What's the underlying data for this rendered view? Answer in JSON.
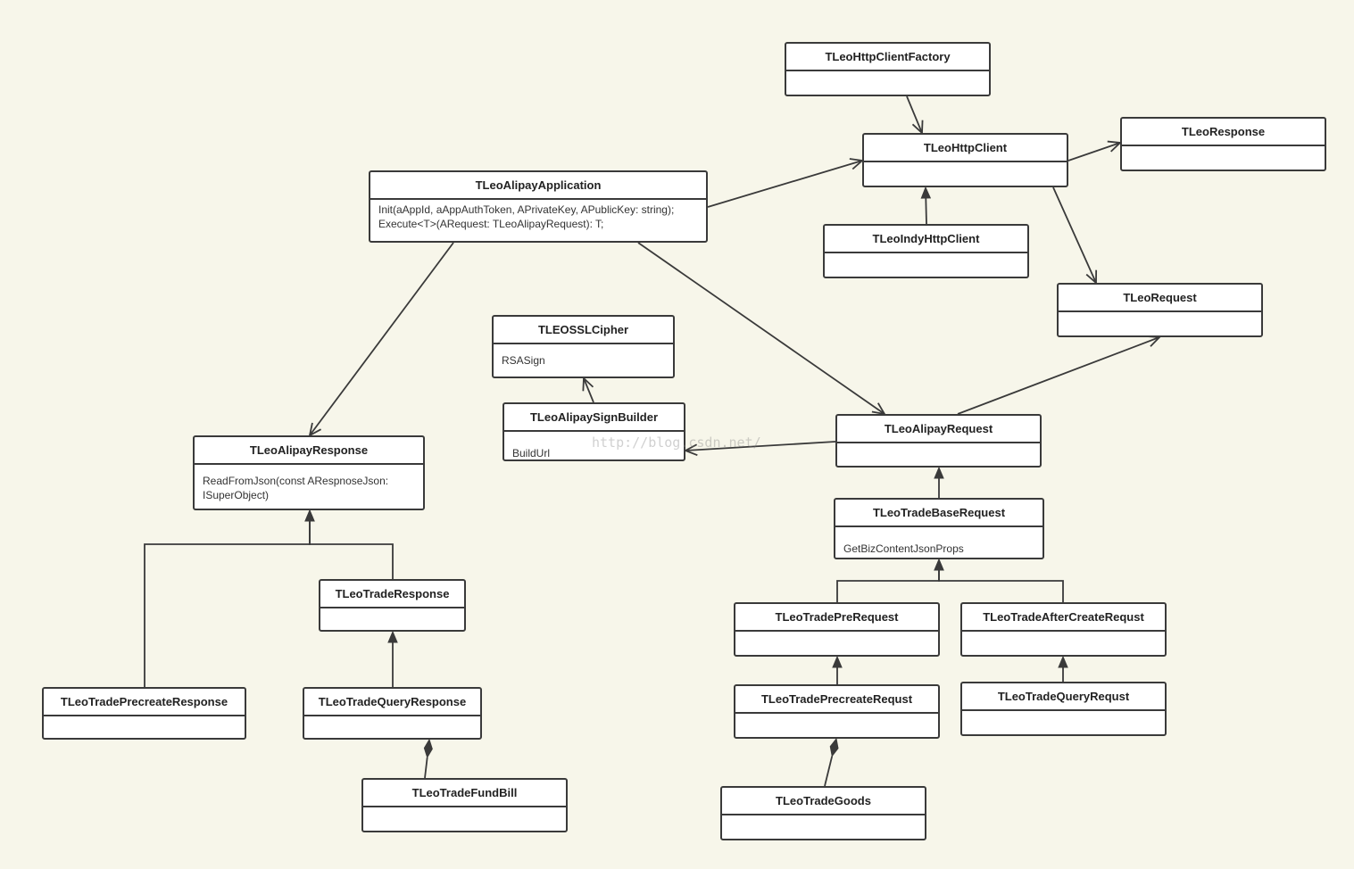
{
  "classes": {
    "httpclientfactory": {
      "name": "TLeoHttpClientFactory",
      "members": []
    },
    "httpclient": {
      "name": "TLeoHttpClient",
      "members": []
    },
    "response": {
      "name": "TLeoResponse",
      "members": []
    },
    "alipayapp": {
      "name": "TLeoAlipayApplication",
      "members": [
        "Init(aAppId, aAppAuthToken, APrivateKey, APublicKey: string);",
        "Execute<T>(ARequest: TLeoAlipayRequest): T;"
      ]
    },
    "indyhttpclient": {
      "name": "TLeoIndyHttpClient",
      "members": []
    },
    "request": {
      "name": "TLeoRequest",
      "members": []
    },
    "osslcipher": {
      "name": "TLEOSSLCipher",
      "members": [
        "RSASign"
      ]
    },
    "signbuilder": {
      "name": "TLeoAlipaySignBuilder",
      "members": [
        "BuildUrl"
      ]
    },
    "alipayrequest": {
      "name": "TLeoAlipayRequest",
      "members": []
    },
    "alipayresponse": {
      "name": "TLeoAlipayResponse",
      "members": [
        "ReadFromJson(const ARespnoseJson: ISuperObject)"
      ]
    },
    "tradebaserequest": {
      "name": "TLeoTradeBaseRequest",
      "members": [
        "GetBizContentJsonProps"
      ]
    },
    "traderesponse": {
      "name": "TLeoTradeResponse",
      "members": []
    },
    "tradeprerequest": {
      "name": "TLeoTradePreRequest",
      "members": []
    },
    "tradeaftercreate": {
      "name": "TLeoTradeAfterCreateRequst",
      "members": []
    },
    "precreateresponse": {
      "name": "TLeoTradePrecreateResponse",
      "members": []
    },
    "queryresponse": {
      "name": "TLeoTradeQueryResponse",
      "members": []
    },
    "precreaterequst": {
      "name": "TLeoTradePrecreateRequst",
      "members": []
    },
    "queryrequst": {
      "name": "TLeoTradeQueryRequst",
      "members": []
    },
    "fundbill": {
      "name": "TLeoTradeFundBill",
      "members": []
    },
    "tradegoods": {
      "name": "TLeoTradeGoods",
      "members": []
    }
  },
  "relations": [
    {
      "from": "httpclientfactory",
      "to": "httpclient",
      "kind": "association"
    },
    {
      "from": "httpclient",
      "to": "response",
      "kind": "association"
    },
    {
      "from": "httpclient",
      "to": "request",
      "kind": "association"
    },
    {
      "from": "indyhttpclient",
      "to": "httpclient",
      "kind": "generalization"
    },
    {
      "from": "alipayapp",
      "to": "httpclient",
      "kind": "association"
    },
    {
      "from": "alipayapp",
      "to": "alipayresponse",
      "kind": "association"
    },
    {
      "from": "alipayapp",
      "to": "alipayrequest",
      "kind": "association"
    },
    {
      "from": "alipayrequest",
      "to": "request",
      "kind": "association"
    },
    {
      "from": "alipayrequest",
      "to": "signbuilder",
      "kind": "association"
    },
    {
      "from": "signbuilder",
      "to": "osslcipher",
      "kind": "association"
    },
    {
      "from": "tradebaserequest",
      "to": "alipayrequest",
      "kind": "generalization"
    },
    {
      "from": "tradeprerequest",
      "to": "tradebaserequest",
      "kind": "generalization"
    },
    {
      "from": "tradeaftercreate",
      "to": "tradebaserequest",
      "kind": "generalization"
    },
    {
      "from": "precreaterequst",
      "to": "tradeprerequest",
      "kind": "generalization"
    },
    {
      "from": "queryrequst",
      "to": "tradeaftercreate",
      "kind": "generalization"
    },
    {
      "from": "tradegoods",
      "to": "precreaterequst",
      "kind": "composition"
    },
    {
      "from": "traderesponse",
      "to": "alipayresponse",
      "kind": "generalization"
    },
    {
      "from": "precreateresponse",
      "to": "alipayresponse",
      "kind": "generalization"
    },
    {
      "from": "queryresponse",
      "to": "traderesponse",
      "kind": "generalization"
    },
    {
      "from": "fundbill",
      "to": "queryresponse",
      "kind": "composition"
    }
  ],
  "watermark": "http://blog.csdn.net/",
  "colors": {
    "background": "#f7f6ea",
    "line": "#3a3a3a",
    "box": "#ffffff"
  }
}
